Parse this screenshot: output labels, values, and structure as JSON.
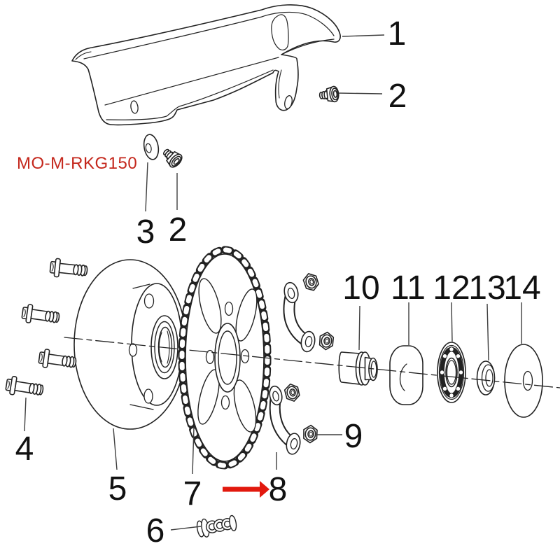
{
  "annotation": {
    "code": "MO-M-RKG150"
  },
  "callouts": [
    "1",
    "2",
    "3",
    "2",
    "4",
    "5",
    "6",
    "7",
    "8",
    "9",
    "10",
    "11",
    "12",
    "13",
    "14"
  ],
  "colors": {
    "line": "#222222",
    "leader": "#3e3e3e",
    "label": "#111111",
    "code_red": "#c4271c",
    "arrow_red": "#e2190e"
  }
}
